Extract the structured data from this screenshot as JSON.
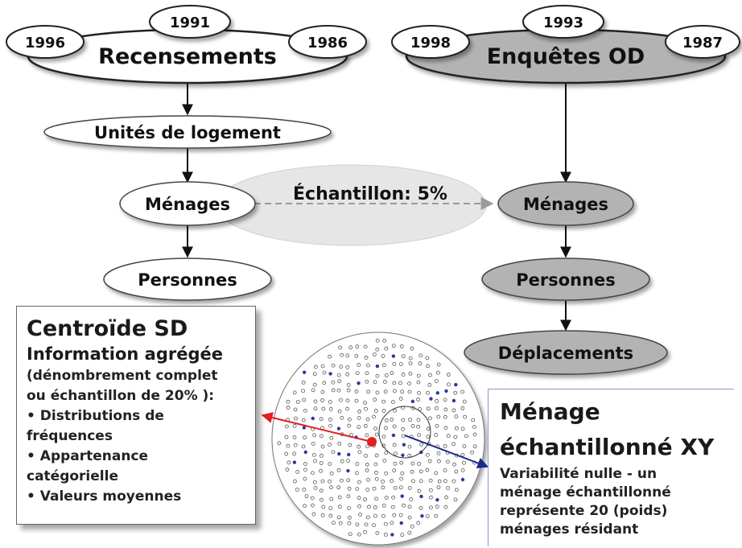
{
  "census": {
    "title": "Recensements",
    "years": [
      "1991",
      "1996",
      "1986"
    ],
    "nodes": [
      "Unités de logement",
      "Ménages",
      "Personnes"
    ]
  },
  "od_survey": {
    "title": "Enquêtes OD",
    "years": [
      "1993",
      "1998",
      "1987"
    ],
    "nodes": [
      "Ménages",
      "Personnes",
      "Déplacements"
    ]
  },
  "sample_link": {
    "label": "Échantillon: 5%"
  },
  "centroid_box": {
    "title": "Centroïde SD",
    "subtitle": "Information agrégée",
    "lines": [
      "(dénombrement complet",
      "ou échantillon de 20% ):",
      "• Distributions de",
      "fréquences",
      "• Appartenance",
      "catégorielle",
      "• Valeurs moyennes"
    ]
  },
  "sample_box": {
    "title_line1": "Ménage",
    "title_line2": "échantillonné XY",
    "lines": [
      "Variabilité nulle - un",
      "ménage échantillonné",
      "représente 20 (poids)",
      "ménages résidant"
    ]
  },
  "colors": {
    "white_node": "#ffffff",
    "grey_node": "#b3b3b3",
    "sample_ellipse": "#e6e6e6",
    "red_marker": "#e02020",
    "blue_marker": "#1a2a8c"
  }
}
